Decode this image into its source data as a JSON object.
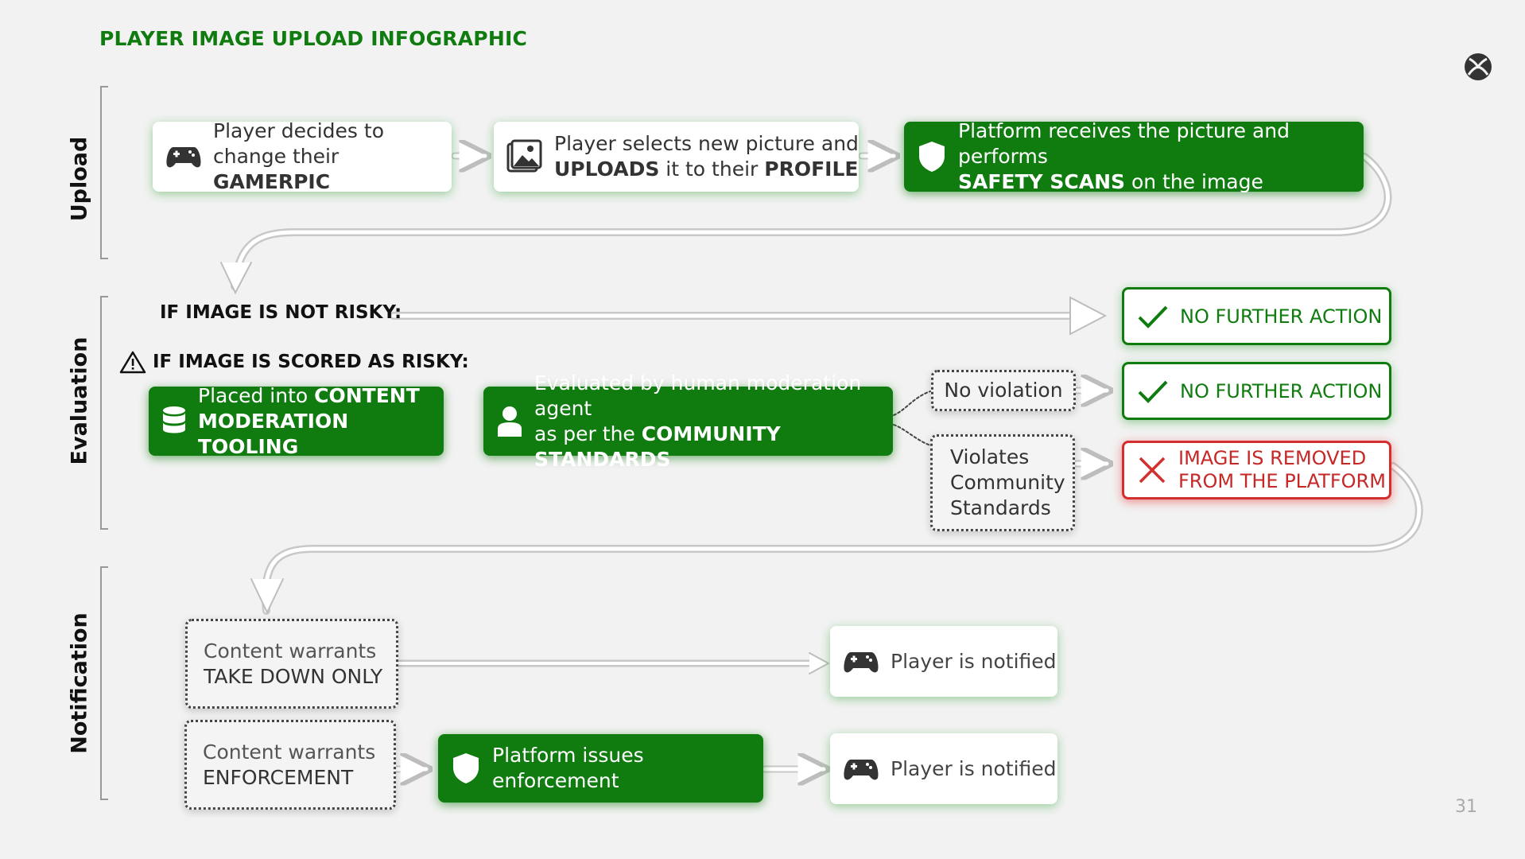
{
  "title": "PLAYER IMAGE UPLOAD INFOGRAPHIC",
  "page_number": "31",
  "colors": {
    "brand_green": "#107c10",
    "removal_red": "#c62828",
    "background": "#f2f2f2"
  },
  "sections": {
    "upload": "Upload",
    "evaluation": "Evaluation",
    "notification": "Notification"
  },
  "upload": {
    "step1": {
      "icon": "gamepad-icon",
      "line1": "Player decides to",
      "line2_pre": "change their ",
      "line2_bold": "GAMERPIC"
    },
    "step2": {
      "icon": "image-icon",
      "line1": "Player selects new picture and",
      "line2_bold1": "UPLOADS",
      "line2_mid": " it to their ",
      "line2_bold2": "PROFILE"
    },
    "step3": {
      "icon": "shield-icon",
      "line1": "Platform receives the picture and performs",
      "line2_bold": "SAFETY SCANS",
      "line2_post": " on the image"
    }
  },
  "evaluation": {
    "not_risky_label": "IF IMAGE IS NOT RISKY:",
    "risky_label": "IF IMAGE IS SCORED AS RISKY:",
    "no_action_1": "NO FURTHER ACTION",
    "no_action_2": "NO FURTHER ACTION",
    "tooling": {
      "icon": "database-icon",
      "line1_pre": "Placed into ",
      "line1_bold": "CONTENT",
      "line2_bold": "MODERATION TOOLING"
    },
    "human": {
      "icon": "person-icon",
      "line1": "Evaluated by human moderation agent",
      "line2_pre": "as per the ",
      "line2_bold": "COMMUNITY STANDARDS"
    },
    "no_violation": "No violation",
    "violates": {
      "line1": "Violates",
      "line2": "Community",
      "line3": "Standards"
    },
    "removed": {
      "icon": "x-icon",
      "line1": "IMAGE IS REMOVED",
      "line2": "FROM THE PLATFORM"
    }
  },
  "notification": {
    "takedown": {
      "line1": "Content warrants",
      "line2_bold": "TAKE DOWN ONLY"
    },
    "enforcement": {
      "line1": "Content warrants",
      "line2_bold": "ENFORCEMENT"
    },
    "platform_enforcement": {
      "icon": "shield-icon",
      "label": "Platform issues enforcement"
    },
    "notified_1": "Player is notified",
    "notified_2": "Player is notified"
  }
}
